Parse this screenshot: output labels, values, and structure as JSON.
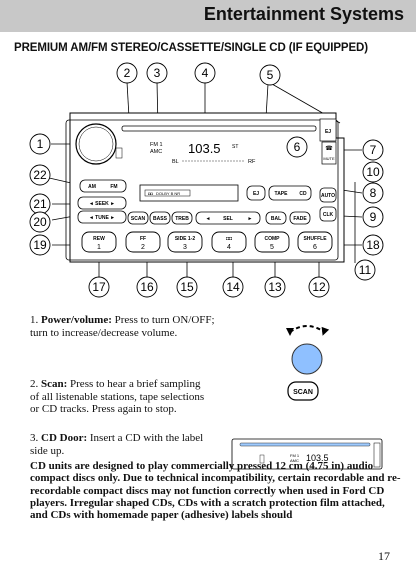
{
  "header": {
    "title": "Entertainment Systems"
  },
  "subtitle": "PREMIUM AM/FM STEREO/CASSETTE/SINGLE CD (IF EQUIPPED)",
  "radio": {
    "display": {
      "band": "FM 1",
      "amc": "AMC",
      "freq": "103.5",
      "unit": "ST",
      "bl": "BL",
      "rf": "RF"
    },
    "dolby": "DOLBY B NR",
    "buttons": {
      "am": "AM",
      "fm": "FM",
      "seek": "◄ SEEK ►",
      "tune": "◄ TUNE ►",
      "scan": "SCAN",
      "bass": "BASS",
      "treb": "TREB",
      "sel": "SEL",
      "bal": "BAL",
      "fade": "FADE",
      "ej": "EJ",
      "tape": "TAPE",
      "cd": "CD",
      "auto": "AUTO",
      "clk": "CLK",
      "cd_ej": "EJ",
      "mute": "MUTE"
    },
    "presets": [
      {
        "top": "REW",
        "num": "1"
      },
      {
        "top": "FF",
        "num": "2"
      },
      {
        "top": "SIDE 1-2",
        "num": "3"
      },
      {
        "top": "◘◘",
        "num": "4"
      },
      {
        "top": "COMP",
        "num": "5"
      },
      {
        "top": "SHUFFLE",
        "num": "6"
      }
    ],
    "callouts": [
      "1",
      "2",
      "3",
      "4",
      "5",
      "6",
      "7",
      "8",
      "9",
      "10",
      "11",
      "12",
      "13",
      "14",
      "15",
      "16",
      "17",
      "18",
      "19",
      "20",
      "21",
      "22"
    ]
  },
  "items": [
    {
      "num": "1.",
      "title": "Power/volume:",
      "text": "Press to turn ON/OFF; turn to increase/decrease volume."
    },
    {
      "num": "2.",
      "title": "Scan:",
      "text": "Press to hear a brief sampling of all listenable stations, tape selections or CD tracks. Press again to stop."
    },
    {
      "num": "3.",
      "title": "CD Door:",
      "text": "Insert a CD with the label side up."
    }
  ],
  "scan_icon_label": "SCAN",
  "warning": "CD units are designed to play commercially pressed 12 cm (4.75 in) audio compact discs only. Due to technical incompatibility, certain recordable and re-recordable compact discs may not function correctly when used in Ford CD players. Irregular shaped CDs, CDs with a scratch protection film attached, and CDs with homemade paper (adhesive) labels should",
  "page_number": "17"
}
